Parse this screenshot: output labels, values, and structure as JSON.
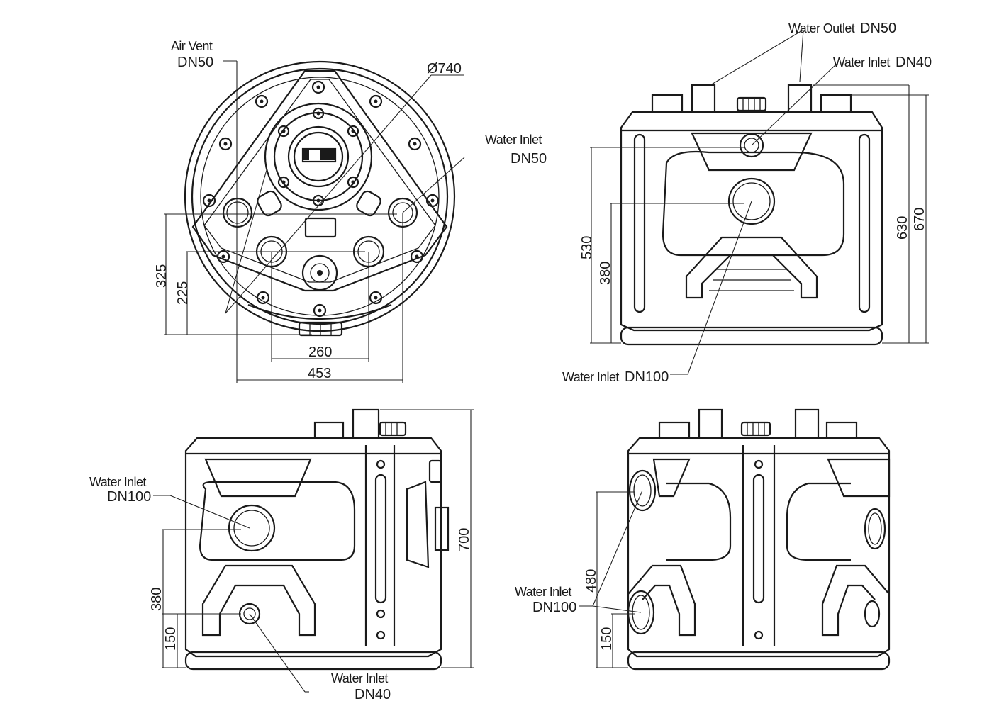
{
  "labels": {
    "air_vent_1": "Air Vent",
    "air_vent_2": "DN50",
    "diameter": "Ø740",
    "top_inlet_dn50_1": "Water Inlet",
    "top_inlet_dn50_2": "DN50",
    "outlet_1": "Water Outlet",
    "outlet_2": "DN50",
    "inlet_dn40_top_1": "Water Inlet",
    "inlet_dn40_top_2": "DN40",
    "inlet_dn100_front_1": "Water Inlet",
    "inlet_dn100_front_2": "DN100",
    "side_inlet_dn100_1": "Water Inlet",
    "side_inlet_dn100_2": "DN100",
    "side_inlet_dn40_1": "Water Inlet",
    "side_inlet_dn40_2": "DN40",
    "back_inlet_dn100_1": "Water Inlet",
    "back_inlet_dn100_2": "DN100"
  },
  "dimensions": {
    "top_325": "325",
    "top_225": "225",
    "top_260": "260",
    "top_453": "453",
    "front_530": "530",
    "front_380": "380",
    "front_630": "630",
    "front_670": "670",
    "side_380": "380",
    "side_150": "150",
    "side_700": "700",
    "back_480": "480",
    "back_150": "150"
  }
}
